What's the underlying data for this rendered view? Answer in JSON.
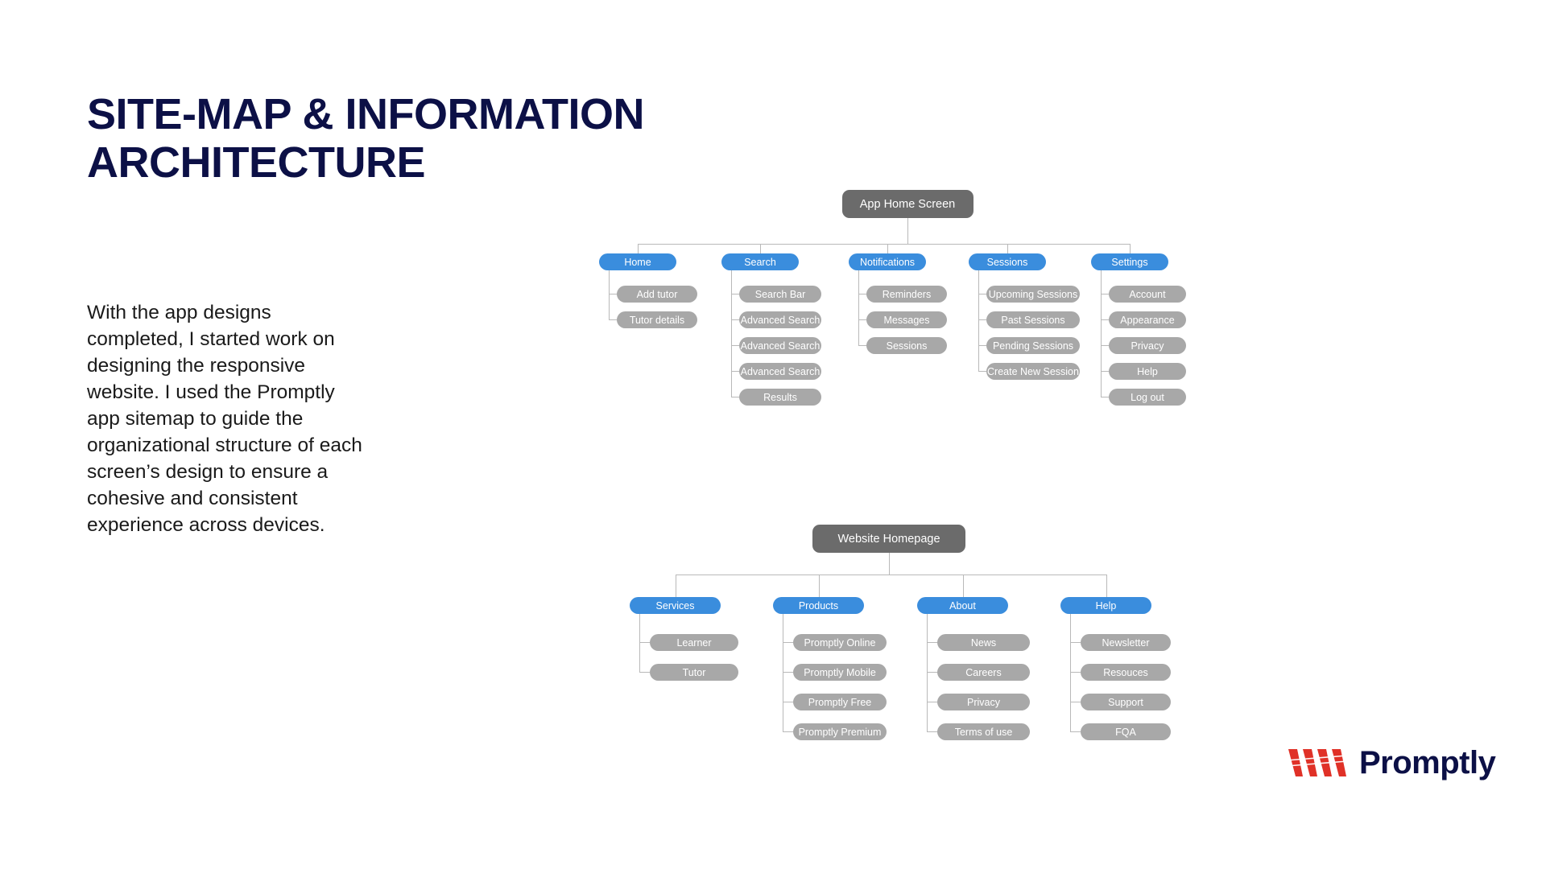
{
  "slide": {
    "title": "SITE-MAP & INFORMATION ARCHITECTURE",
    "body": "With the app designs completed, I started work on designing the responsive website. I used the Promptly app sitemap to guide the organizational structure of each screen’s design to ensure a cohesive and consistent experience across devices.",
    "background": "#ffffff"
  },
  "logo": {
    "name": "Promptly",
    "mark_icon": "promptly-zigzag-mark",
    "mark_color": "#e03127",
    "word_color": "#0c1046"
  },
  "colors": {
    "title": "#0c1046",
    "root_node": "#6b6b6b",
    "level1_node": "#3a8ddd",
    "leaf_node": "#a8a8a8",
    "connector": "#b9b9b9",
    "node_text": "#ffffff"
  },
  "diagrams": [
    {
      "id": "app-sitemap",
      "root": "App Home Screen",
      "branches": [
        {
          "label": "Home",
          "children": [
            "Add tutor",
            "Tutor details"
          ]
        },
        {
          "label": "Search",
          "children": [
            "Search Bar",
            "Advanced Search",
            "Advanced Search",
            "Advanced Search",
            "Results"
          ]
        },
        {
          "label": "Notifications",
          "children": [
            "Reminders",
            "Messages",
            "Sessions"
          ]
        },
        {
          "label": "Sessions",
          "children": [
            "Upcoming Sessions",
            "Past Sessions",
            "Pending Sessions",
            "Create New Session"
          ]
        },
        {
          "label": "Settings",
          "children": [
            "Account",
            "Appearance",
            "Privacy",
            "Help",
            "Log out"
          ]
        }
      ]
    },
    {
      "id": "website-sitemap",
      "root": "Website Homepage",
      "branches": [
        {
          "label": "Services",
          "children": [
            "Learner",
            "Tutor"
          ]
        },
        {
          "label": "Products",
          "children": [
            "Promptly Online",
            "Promptly Mobile",
            "Promptly Free",
            "Promptly Premium"
          ]
        },
        {
          "label": "About",
          "children": [
            "News",
            "Careers",
            "Privacy",
            "Terms of use"
          ]
        },
        {
          "label": "Help",
          "children": [
            "Newsletter",
            "Resouces",
            "Support",
            "FQA"
          ]
        }
      ]
    }
  ]
}
